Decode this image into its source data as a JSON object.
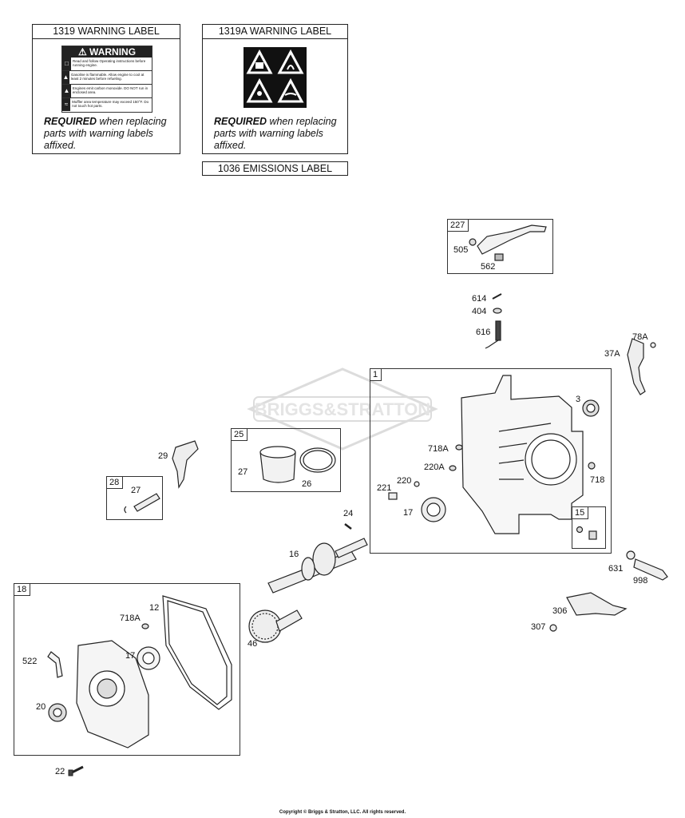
{
  "labels": {
    "warning_1319": "1319 WARNING LABEL",
    "warning_1319a": "1319A WARNING LABEL",
    "emissions": "1036 EMISSIONS LABEL",
    "required_bold": "REQUIRED",
    "required_rest": " when replacing parts with warning labels affixed."
  },
  "warning_sticker": {
    "title": "WARNING",
    "lines": [
      "Read and follow Operating instructions before running engine.",
      "Gasoline is flammable. Allow engine to cool at least 2 minutes before refueling.",
      "Engines emit carbon monoxide. DO NOT run in enclosed area.",
      "Muffler area temperature may exceed 150°F. Do not touch hot parts."
    ]
  },
  "watermark": "BRIGGS&STRATTON",
  "group_tags": {
    "g227": "227",
    "g1": "1",
    "g25": "25",
    "g28": "28",
    "g15": "15",
    "g18": "18"
  },
  "part_numbers": {
    "p505": "505",
    "p562": "562",
    "p614": "614",
    "p404": "404",
    "p616": "616",
    "p78a": "78A",
    "p37a": "37A",
    "p3": "3",
    "p718a": "718A",
    "p220a": "220A",
    "p718": "718",
    "p220": "220",
    "p221": "221",
    "p17": "17",
    "p29": "29",
    "p27a": "27",
    "p26": "26",
    "p27b": "27",
    "p24": "24",
    "p16": "16",
    "p631": "631",
    "p998": "998",
    "p306": "306",
    "p307": "307",
    "p718a_b": "718A",
    "p12": "12",
    "p46": "46",
    "p522": "522",
    "p17b": "17",
    "p20": "20",
    "p22": "22"
  },
  "copyright": "Copyright © Briggs & Stratton, LLC. All rights reserved."
}
